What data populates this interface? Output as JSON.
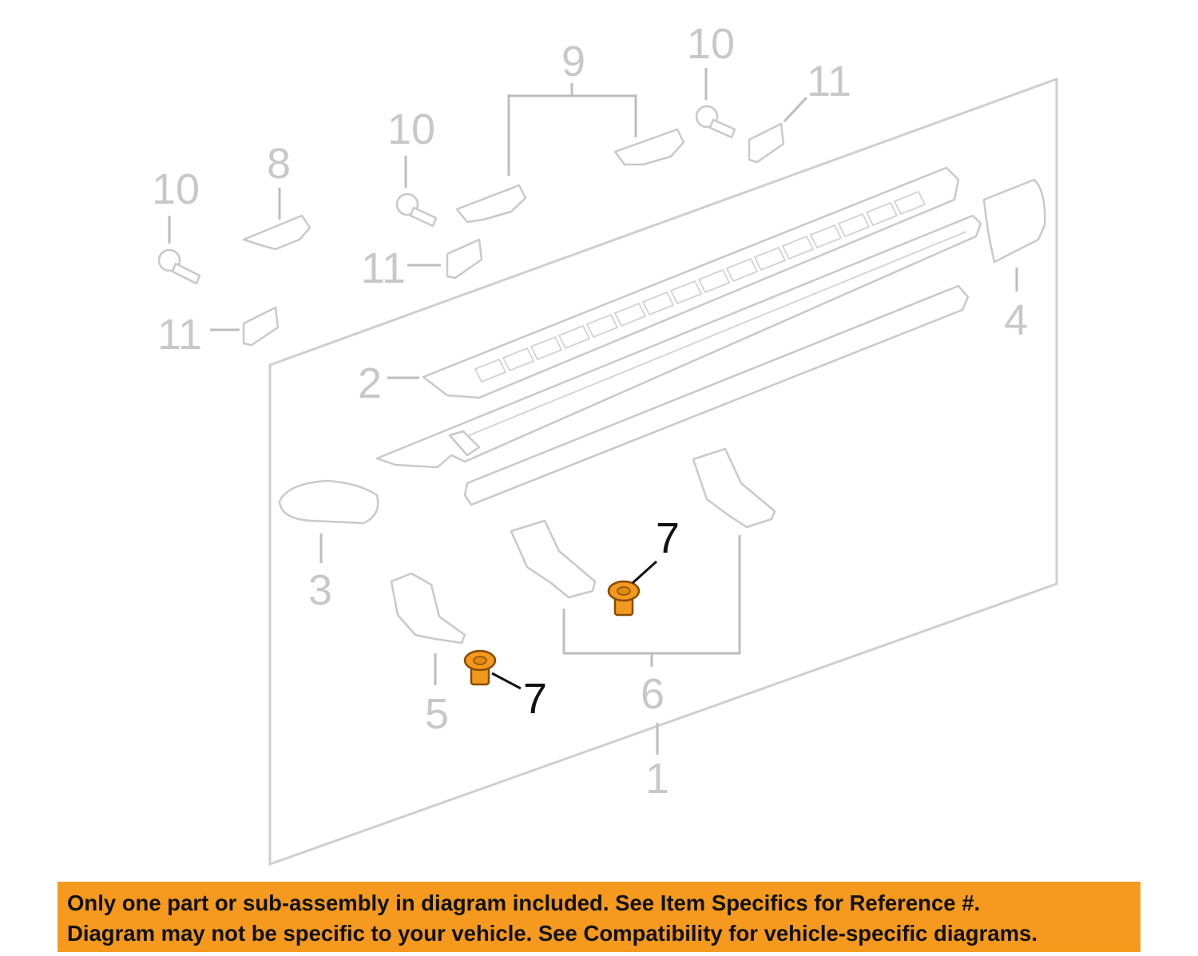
{
  "diagram": {
    "callouts": [
      {
        "id": "c1",
        "text": "1"
      },
      {
        "id": "c2",
        "text": "2"
      },
      {
        "id": "c3",
        "text": "3"
      },
      {
        "id": "c4",
        "text": "4"
      },
      {
        "id": "c5",
        "text": "5"
      },
      {
        "id": "c6",
        "text": "6"
      },
      {
        "id": "c7a",
        "text": "7"
      },
      {
        "id": "c7b",
        "text": "7"
      },
      {
        "id": "c8",
        "text": "8"
      },
      {
        "id": "c9",
        "text": "9"
      },
      {
        "id": "c10a",
        "text": "10"
      },
      {
        "id": "c10b",
        "text": "10"
      },
      {
        "id": "c10c",
        "text": "10"
      },
      {
        "id": "c11a",
        "text": "11"
      },
      {
        "id": "c11b",
        "text": "11"
      },
      {
        "id": "c11c",
        "text": "11"
      }
    ],
    "colors": {
      "highlight": "#f29a1e",
      "banner": "#f59a1f",
      "ghost": "#c8c8c8"
    }
  },
  "banner": {
    "line1": "Only one part or sub-assembly in diagram included. See Item Specifics for Reference #.",
    "line2": "Diagram may not be specific to your vehicle. See Compatibility for vehicle-specific diagrams."
  }
}
